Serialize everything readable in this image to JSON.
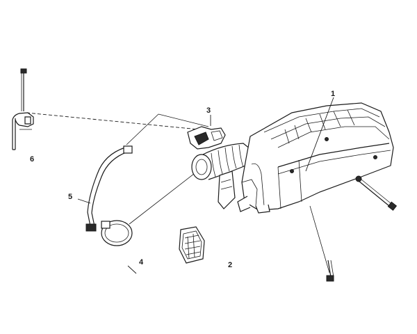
{
  "diagram": {
    "labels": [
      {
        "id": "1",
        "text": "1"
      },
      {
        "id": "2",
        "text": "2"
      },
      {
        "id": "3",
        "text": "3"
      },
      {
        "id": "4",
        "text": "4"
      },
      {
        "id": "5",
        "text": "5"
      },
      {
        "id": "6",
        "text": "6"
      }
    ],
    "colors": {
      "line": "#1a1a1a",
      "background": "#ffffff"
    }
  }
}
